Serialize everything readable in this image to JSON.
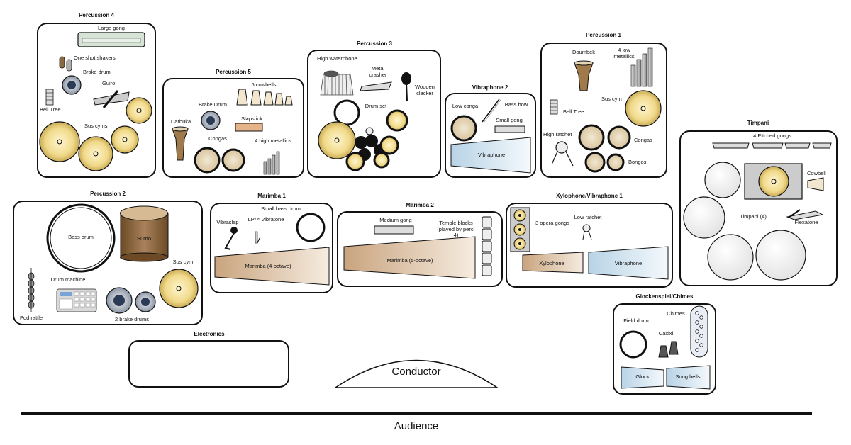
{
  "sections": {
    "percussion4": {
      "title": "Percussion 4",
      "items": {
        "large_gong": "Large gong",
        "shakers": "One shot shakers",
        "brake_drum": "Brake drum",
        "guiro": "Guiro",
        "bell_tree": "Bell Tree",
        "sus_cyms": "Sus cyms"
      }
    },
    "percussion5": {
      "title": "Percussion 5",
      "items": {
        "cowbells": "5 cowbells",
        "brake_drum": "Brake Drum",
        "slapstick": "Slapstick",
        "darbuka": "Darbuka",
        "congas": "Congas",
        "metallics": "4 high metallics"
      }
    },
    "percussion3": {
      "title": "Percussion 3",
      "items": {
        "waterphone": "High waterphone",
        "metal_crasher": "Metal crasher",
        "wooden_clacker": "Wooden clacker",
        "drum_set": "Drum set"
      }
    },
    "vibraphone2": {
      "title": "Vibraphone 2",
      "items": {
        "low_conga": "Low conga",
        "bass_bow": "Bass bow",
        "small_gong": "Small gong",
        "vibraphone": "Vibraphone"
      }
    },
    "percussion1": {
      "title": "Percussion 1",
      "items": {
        "doumbek": "Doumbek",
        "low_metallics": "4 low metallics",
        "sus_cym": "Sus cym",
        "bell_tree": "Bell Tree",
        "high_ratchet": "High ratchet",
        "congas": "Congas",
        "bongos": "Bongos"
      }
    },
    "timpani": {
      "title": "Timpani",
      "items": {
        "gongs": "4 Pitched gongs",
        "cowbell": "Cowbell",
        "timpani": "Timpani (4)",
        "flexatone": "Flexatone"
      }
    },
    "percussion2": {
      "title": "Percussion 2",
      "items": {
        "bass_drum": "Bass drum",
        "surdo": "Surdo",
        "sus_cym": "Sus cym",
        "drum_machine": "Drum machine",
        "pod_rattle": "Pod rattle",
        "brake_drums": "2 brake drums"
      }
    },
    "marimba1": {
      "title": "Marimba 1",
      "items": {
        "small_bass_drum": "Small bass drum",
        "vibraslap": "Vibraslap",
        "vibratone": "LP™ Vibratone",
        "marimba": "Marimba (4-octave)"
      }
    },
    "marimba2": {
      "title": "Marimba 2",
      "items": {
        "medium_gong": "Medium gong",
        "temple_blocks": "Temple blocks (played by perc. 4)",
        "marimba": "Marimba (5-octave)"
      }
    },
    "xylovibe1": {
      "title": "Xylophone/Vibraphone 1",
      "items": {
        "opera_gongs": "3 opera gongs",
        "low_ratchet": "Low ratchet",
        "xylophone": "Xylophone",
        "vibraphone": "Vibraphone"
      }
    },
    "glock": {
      "title": "Glockenspiel/Chimes",
      "items": {
        "chimes": "Chimes",
        "field_drum": "Field drum",
        "caxixi": "Caxixi",
        "glock": "Glock",
        "song_bells": "Song bells"
      }
    },
    "electronics": {
      "title": "Electronics"
    }
  },
  "conductor": "Conductor",
  "audience": "Audience",
  "colors": {
    "cymbal": "#f0d98a",
    "drum_head": "#e9dcc0",
    "wood": "#9b7446",
    "vibraphone": "#dceaf3",
    "marimba": "#d9bfa1",
    "outline": "#111111"
  }
}
